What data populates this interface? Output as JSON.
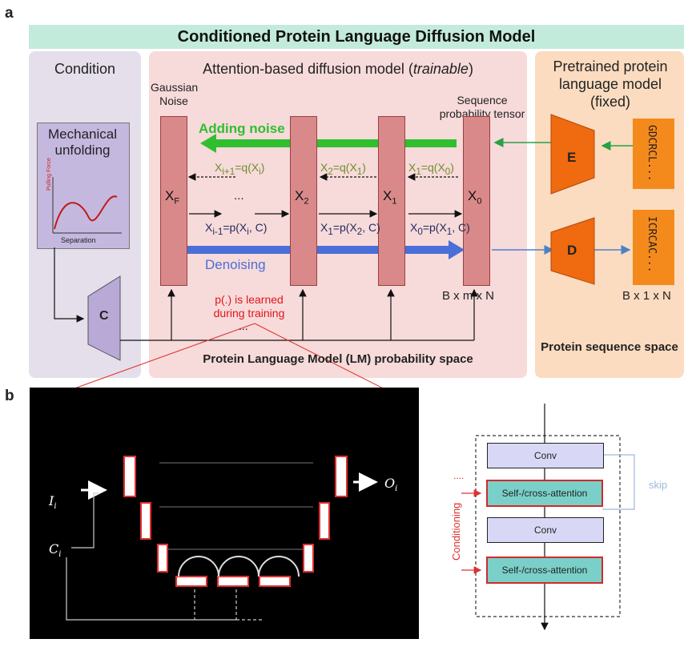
{
  "panel_a": "a",
  "panel_b": "b",
  "title": "Conditioned Protein Language Diffusion Model",
  "condition": {
    "title": "Condition",
    "mech_title": "Mechanical unfolding",
    "plot_ylabel": "Pulling Force",
    "plot_xlabel": "Separation",
    "c_label": "C"
  },
  "attention": {
    "title_main": "Attention-based diffusion model (",
    "title_italic": "trainable",
    "title_end": ")",
    "gaussian": "Gaussian Noise",
    "seq_tensor": "Sequence probability tensor",
    "adding_noise": "Adding noise",
    "denoising": "Denoising",
    "tensors": [
      "X_F",
      "X_2",
      "X_1",
      "X_0"
    ],
    "dots1": "...",
    "dots2": "...",
    "fwd_eqs": [
      "X_{i+1}=q(X_i)",
      "X_2=q(X_1)",
      "X_1=q(X_0)"
    ],
    "rev_eqs": [
      "X_{i-1}=p(X_i, C)",
      "X_1=p(X_2, C)",
      "X_0=p(X_1, C)"
    ],
    "learned": "p(.) is learned during training",
    "shape": "B x m x N",
    "space": "Protein Language Model (LM) probability space"
  },
  "pretrained": {
    "title": "Pretrained protein language model (fixed)",
    "encoder": "E",
    "decoder": "D",
    "seq_in": "GDCRCL...",
    "seq_out": "ICRCAC...",
    "shape": "B x 1 x N",
    "space": "Protein sequence space"
  },
  "unet": {
    "input": "I",
    "input_sub": "i",
    "cond": "C",
    "cond_sub": "i",
    "output": "O",
    "output_sub": "i"
  },
  "block": {
    "conv1": "Conv",
    "attn1": "Self-/cross-attention",
    "conv2": "Conv",
    "attn2": "Self-/cross-attention",
    "skip": "skip",
    "conditioning": "Conditioning"
  },
  "colors": {
    "banner": "#c3ebdc",
    "adding_noise": "#2fbf2f",
    "denoising": "#4a6fd8",
    "encoder": "#f06a10",
    "accent_red": "#e0161a"
  }
}
